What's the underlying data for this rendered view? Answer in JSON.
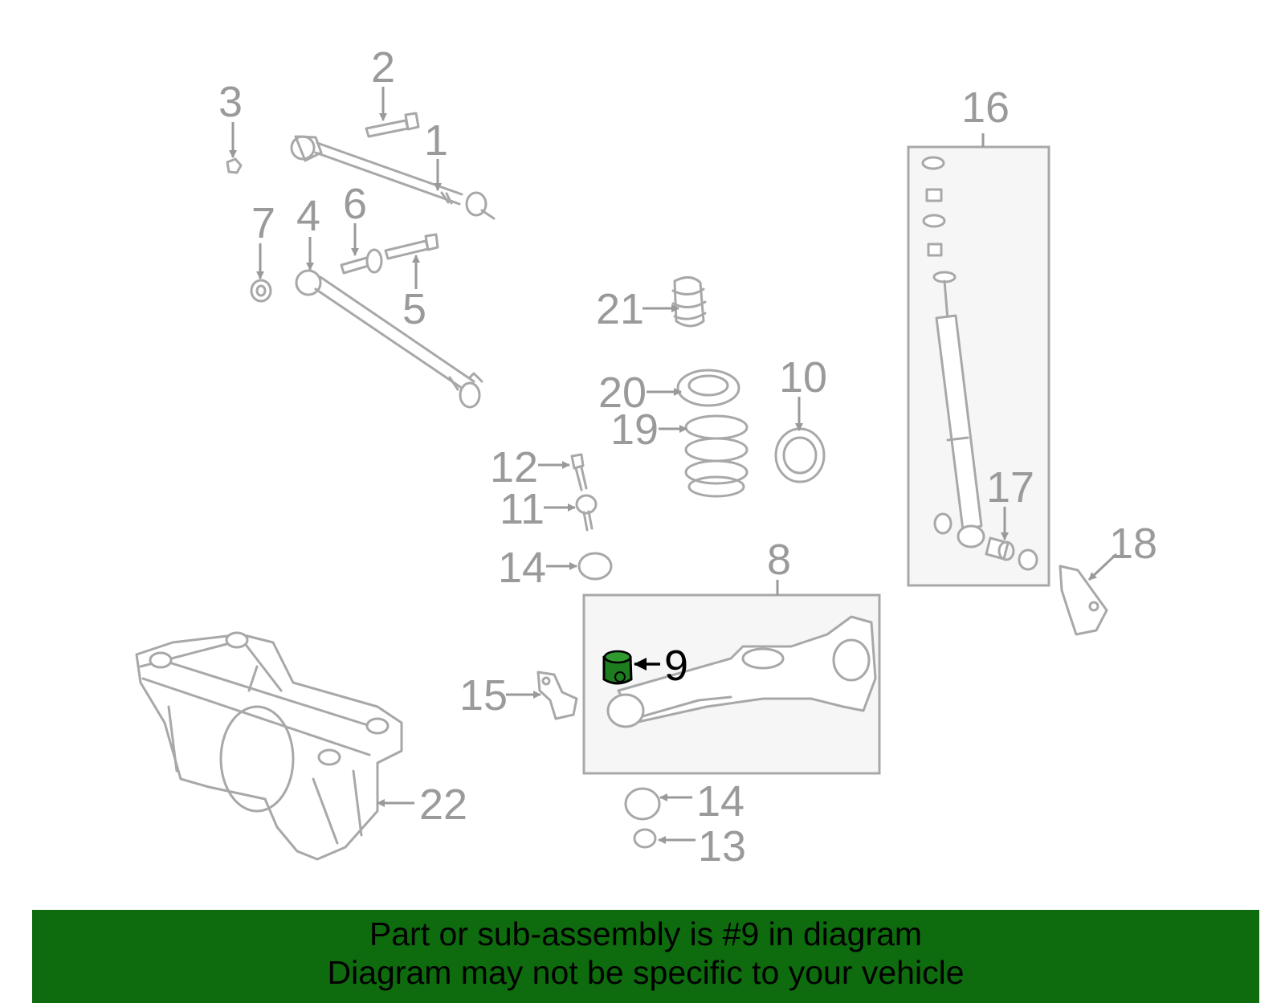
{
  "callouts": {
    "c1": "1",
    "c2": "2",
    "c3": "3",
    "c4": "4",
    "c5": "5",
    "c6": "6",
    "c7": "7",
    "c8": "8",
    "c9": "9",
    "c10": "10",
    "c11": "11",
    "c12": "12",
    "c13": "13",
    "c14a": "14",
    "c14b": "14",
    "c15": "15",
    "c16": "16",
    "c17": "17",
    "c18": "18",
    "c19": "19",
    "c20": "20",
    "c21": "21",
    "c22": "22"
  },
  "highlight_part": "9",
  "colors": {
    "highlight": "#1e7d1e",
    "banner": "#0e6b0e",
    "line_art": "#a8a8a8",
    "label": "#9a9a9a"
  },
  "banner": {
    "line1": "Part or sub-assembly is #9 in diagram",
    "line2": "Diagram may not be specific to your vehicle"
  }
}
